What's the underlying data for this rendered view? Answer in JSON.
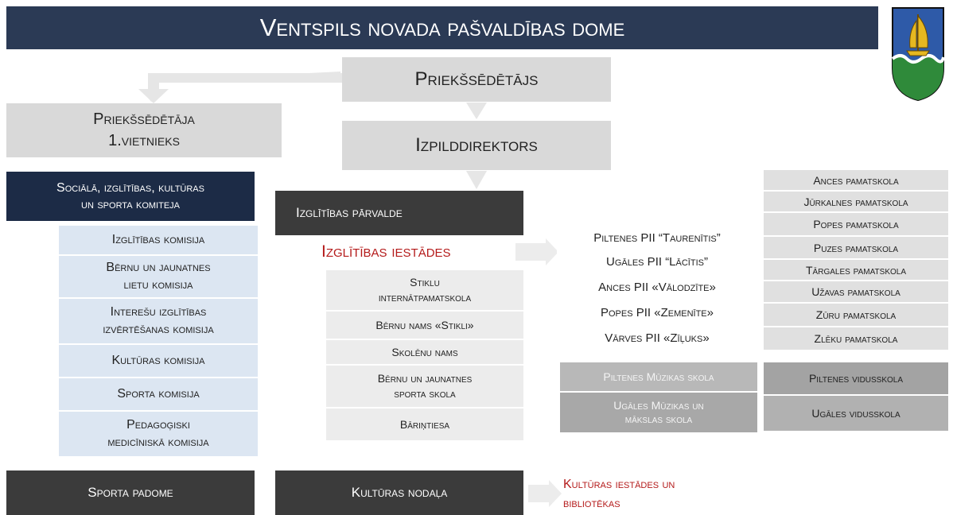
{
  "title": "Ventspils novada pašvaldības dome",
  "chairman": "Priekšsēdētājs",
  "vice_chair": {
    "line1": "Priekšsēdētāja",
    "line2": "1.vietnieks"
  },
  "director": "Izpilddirektors",
  "committee": {
    "line1": "Sociālā, izglītības, kultūras",
    "line2": "un sporta komiteja"
  },
  "commissions": [
    {
      "lines": [
        "Izglītības komisija"
      ]
    },
    {
      "lines": [
        "Bērnu un jaunatnes",
        "lietu komisija"
      ]
    },
    {
      "lines": [
        "Interešu izglītības",
        "izvērtēšanas komisija"
      ]
    },
    {
      "lines": [
        "Kultūras komisija"
      ]
    },
    {
      "lines": [
        "Sporta komisija"
      ]
    },
    {
      "lines": [
        "Pedagoģiski",
        "medicīniskā komisija"
      ]
    }
  ],
  "education_board": "Izglītības pārvalde",
  "education_institutions_heading": "Izglītības iestādes",
  "institutions": [
    {
      "lines": [
        "Stiklu",
        "internātpamatskola"
      ]
    },
    {
      "lines": [
        "Bērnu nams «Stikli»"
      ]
    },
    {
      "lines": [
        "Skolēnu nams"
      ]
    },
    {
      "lines": [
        "Bērnu un jaunatnes",
        "sporta skola"
      ]
    },
    {
      "lines": [
        "Bāriņtiesa"
      ]
    }
  ],
  "preschools": [
    "Piltenes PII “Taurenītis”",
    "Ugāles PII “Lācītis”",
    "Ances PII «Vālodzīte»",
    "Popes PII «Zemenīte»",
    "Vārves PII «Zīļuks»"
  ],
  "music_schools": [
    {
      "lines": [
        "Piltenes Mūzikas skola"
      ]
    },
    {
      "lines": [
        "Ugāles Mūzikas un",
        "mākslas skola"
      ]
    }
  ],
  "primary_schools": [
    "Ances pamatskola",
    "Jūrkalnes pamatskola",
    "Popes pamatskola",
    "Puzes pamatskola",
    "Tārgales pamatskola",
    "Užavas pamatskola",
    "Zūru pamatskola",
    "Zlēku pamatskola"
  ],
  "secondary_schools": [
    "Piltenes vidusskola",
    "Ugāles vidusskola"
  ],
  "sports_council": "Sporta padome",
  "culture_department": "Kultūras nodaļa",
  "culture_institutions": {
    "line1": "Kultūras iestādes un",
    "line2": "bibliotēkas"
  }
}
